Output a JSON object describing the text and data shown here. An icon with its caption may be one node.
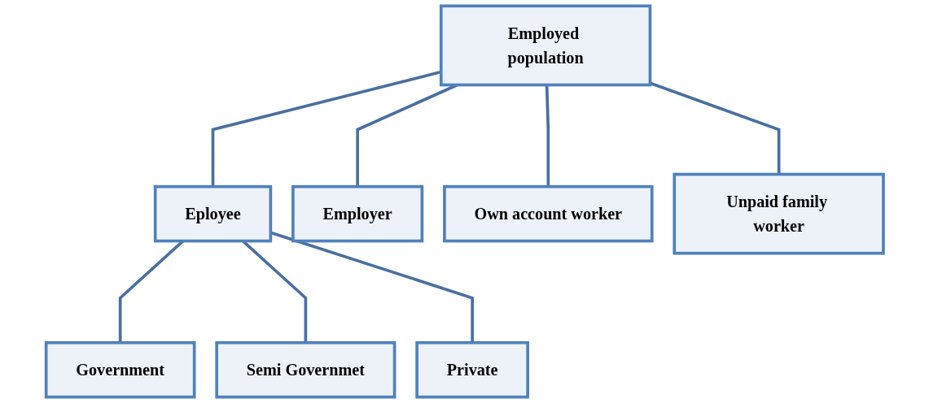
{
  "diagram": {
    "nodes": [
      {
        "text": [
          "Employed population"
        ]
      },
      {
        "text": [
          "Eployee"
        ]
      },
      {
        "text": [
          "Employer"
        ]
      },
      {
        "text": [
          "Own account worker"
        ]
      },
      {
        "text": [
          "Unpaid family worker"
        ]
      },
      {
        "text": [
          "Government"
        ]
      },
      {
        "text": [
          "Semi Governmet"
        ]
      },
      {
        "text": [
          "Private"
        ]
      }
    ],
    "edges": [
      {
        "from": 0,
        "to": 1,
        "arrow": "none"
      },
      {
        "from": 0,
        "to": 2,
        "arrow": "none"
      },
      {
        "from": 0,
        "to": 3,
        "arrow": "none"
      },
      {
        "from": 0,
        "to": 4,
        "arrow": "none"
      },
      {
        "from": 1,
        "to": 5,
        "arrow": "none"
      },
      {
        "from": 1,
        "to": 6,
        "arrow": "none"
      },
      {
        "from": 1,
        "to": 7,
        "arrow": "none"
      }
    ]
  }
}
